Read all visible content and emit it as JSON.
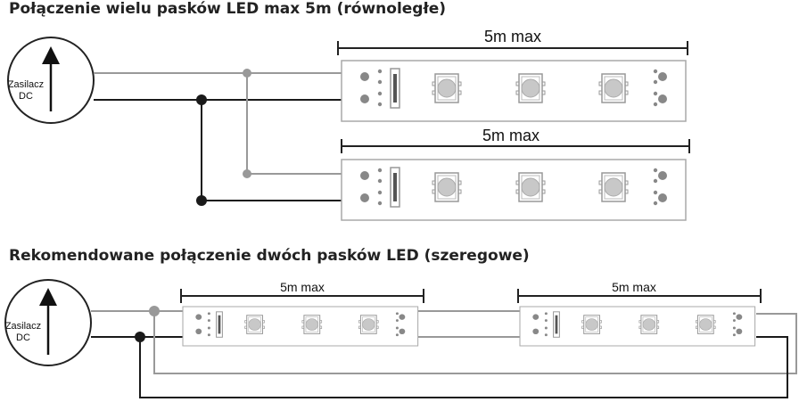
{
  "titles": {
    "parallel": "Połączenie wielu pasków LED max 5m (równoległe)",
    "series": "Rekomendowane połączenie dwóch pasków LED (szeregowe)"
  },
  "power_supply": {
    "line1": "Zasilacz",
    "line2": "DC"
  },
  "strip_length_label": "5m max",
  "colors": {
    "positive_wire": "#999999",
    "negative_wire": "#1a1a1a",
    "strip_outline": "#a8a8a8",
    "led_fill": "#c8c8c8"
  }
}
